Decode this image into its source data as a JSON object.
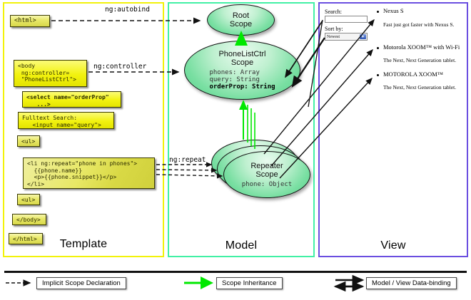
{
  "panels": [
    {
      "key": "template",
      "title": "Template",
      "border_color": "#f2f20a"
    },
    {
      "key": "model",
      "title": "Model",
      "border_color": "#42f0a5"
    },
    {
      "key": "view",
      "title": "View",
      "border_color": "#6a4ee0"
    }
  ],
  "template": {
    "boxes": [
      {
        "id": "html-open",
        "text": "<html>"
      },
      {
        "id": "body-open",
        "text": "<body\n ng:controller=\n \"PhoneListCtrl\">"
      },
      {
        "id": "select-orderprop",
        "text": "<select name=\"orderProp\"\n   ...>"
      },
      {
        "id": "fulltext-search",
        "text": "Fulltext Search:\n   <input name=\"query\">"
      },
      {
        "id": "ul-open",
        "text": "<ul>"
      },
      {
        "id": "li-repeat",
        "text": "<li ng:repeat=\"phone in phones\">\n  {{phone.name}}\n  <p>{{phone.snippet}}</p>\n</li>"
      },
      {
        "id": "ul-close",
        "text": "<ul>"
      },
      {
        "id": "body-close",
        "text": "</body>"
      },
      {
        "id": "html-close",
        "text": "</html>"
      }
    ]
  },
  "model": {
    "scopes": [
      {
        "id": "root-scope",
        "name": "Root\nScope",
        "props": ""
      },
      {
        "id": "phonelistctrl-scope",
        "name": "PhoneListCtrl\nScope",
        "props": "phones: Array\nquery: String",
        "props_bold": "orderProp: String"
      },
      {
        "id": "repeater-scope",
        "name": "Repeater\nScope",
        "props": "phone: Object"
      }
    ]
  },
  "view": {
    "search_label": "Search:",
    "search_value": "",
    "sort_label": "Sort by:",
    "sort_selected": "Newest",
    "phones": [
      {
        "name": "Nexus S",
        "snippet": "Fast just got faster with Nexus S."
      },
      {
        "name": "Motorola XOOM™ with Wi-Fi",
        "snippet": "The Next, Next Generation tablet."
      },
      {
        "name": "MOTOROLA XOOM™",
        "snippet": "The Next, Next Generation tablet."
      }
    ]
  },
  "connectors": {
    "autobind": "ng:autobind",
    "controller": "ng:controller",
    "repeat": "ng:repeat"
  },
  "legend": {
    "items": [
      {
        "id": "implicit-scope-declaration",
        "label": "Implicit Scope Declaration",
        "marker": "dashed-arrow",
        "color": "#111111"
      },
      {
        "id": "scope-inheritance",
        "label": "Scope Inheritance",
        "marker": "green-arrow",
        "color": "#00e800"
      },
      {
        "id": "model-view-data-binding",
        "label": "Model / View Data-binding",
        "marker": "double-arrow",
        "color": "#111111"
      }
    ]
  }
}
